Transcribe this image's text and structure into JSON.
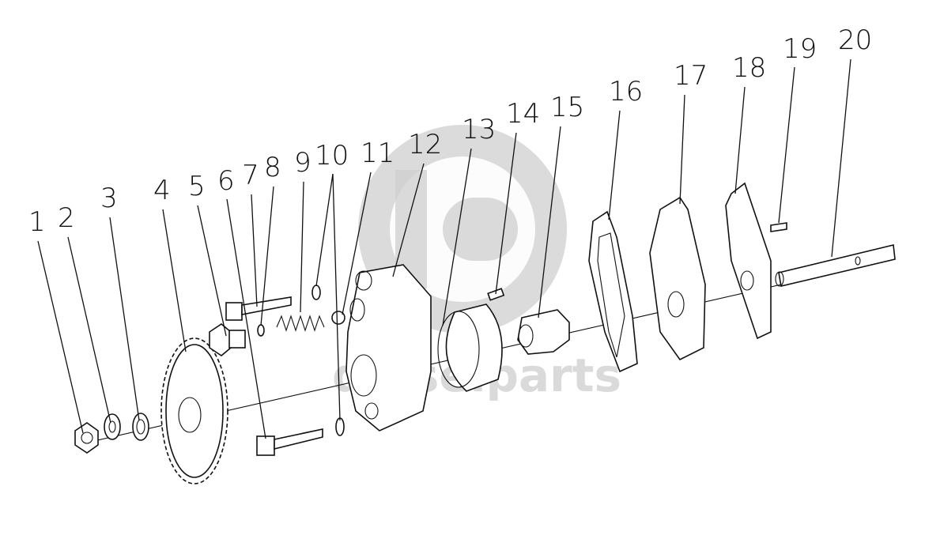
{
  "diagram": {
    "callouts": [
      "1",
      "2",
      "3",
      "4",
      "5",
      "6",
      "7",
      "8",
      "9",
      "10",
      "11",
      "12",
      "13",
      "14",
      "15",
      "16",
      "17",
      "18",
      "19",
      "20"
    ]
  },
  "watermark": {
    "logo": "GD",
    "text": "dieselparts"
  },
  "colors": {
    "line": "#111111",
    "watermark": "#cfcfcf",
    "background": "#ffffff"
  }
}
